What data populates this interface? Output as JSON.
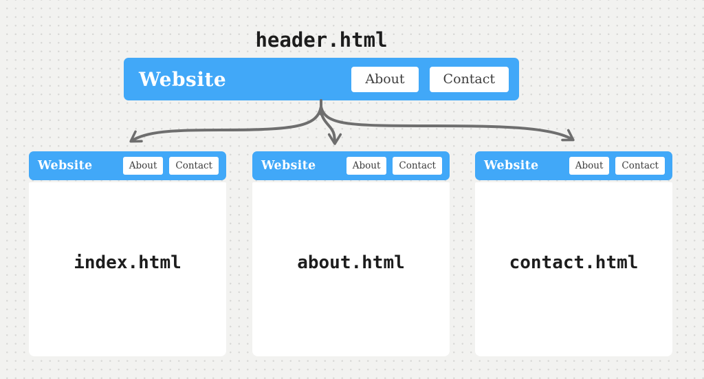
{
  "colors": {
    "accent": "#41a8f8",
    "arrow": "#6e6e6e",
    "background": "#f2f2f0",
    "dot": "#d8d8d6",
    "button_text": "#3d3d3d",
    "code_text": "#1d1d1d"
  },
  "diagram": {
    "source_file_label": "header.html",
    "header_bar": {
      "brand": "Website",
      "nav": [
        {
          "label": "About"
        },
        {
          "label": "Contact"
        }
      ]
    },
    "pages": [
      {
        "filename": "index.html",
        "brand": "Website",
        "nav": [
          {
            "label": "About"
          },
          {
            "label": "Contact"
          }
        ]
      },
      {
        "filename": "about.html",
        "brand": "Website",
        "nav": [
          {
            "label": "About"
          },
          {
            "label": "Contact"
          }
        ]
      },
      {
        "filename": "contact.html",
        "brand": "Website",
        "nav": [
          {
            "label": "About"
          },
          {
            "label": "Contact"
          }
        ]
      }
    ]
  }
}
